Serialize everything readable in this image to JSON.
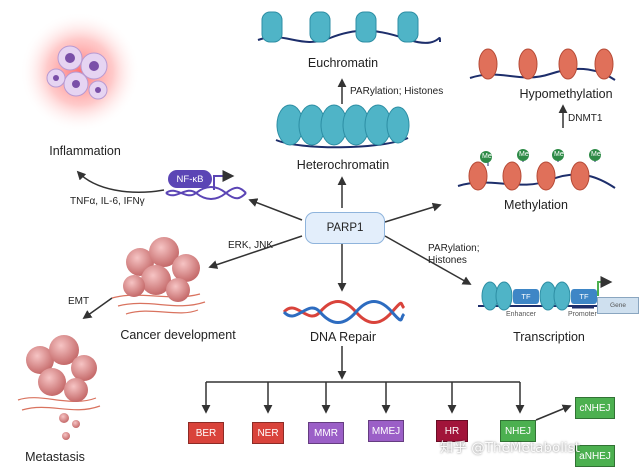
{
  "center_node": "PARP1",
  "nodes": {
    "euchromatin": "Euchromatin",
    "heterochromatin": "Heterochromatin",
    "hypomethylation": "Hypomethylation",
    "methylation": "Methylation",
    "inflammation": "Inflammation",
    "cancer_development": "Cancer  development",
    "metastasis": "Metastasis",
    "dna_repair": "DNA Repair",
    "transcription": "Transcription"
  },
  "edge_labels": {
    "parylation_histones_top": "PARylation; Histones",
    "dnmt1": "DNMT1",
    "cytokines": "TNFα, IL-6, IFNγ",
    "erk_jnk": "ERK, JNK",
    "emt": "EMT",
    "parylation_line1": "PARylation;",
    "parylation_line2": "Histones"
  },
  "nfkb_label": "NF-κB",
  "methyl_mark": "Me",
  "transcription_parts": {
    "tf": "TF",
    "enhancer": "Enhancer",
    "promoter": "Promoter",
    "gene": "Gene"
  },
  "repair_pathways": [
    {
      "label": "BER",
      "color": "#d9433b"
    },
    {
      "label": "NER",
      "color": "#d9433b"
    },
    {
      "label": "MMR",
      "color": "#9b5fc7"
    },
    {
      "label": "MMEJ",
      "color": "#9b5fc7"
    },
    {
      "label": "HR",
      "color": "#a1143a"
    },
    {
      "label": "NHEJ",
      "color": "#4cb050"
    }
  ],
  "nhej_subtypes": [
    {
      "label": "cNHEJ",
      "color": "#4cb050"
    },
    {
      "label": "aNHEJ",
      "color": "#4cb050"
    }
  ],
  "watermark": "知乎 @TheMetabolist",
  "colors": {
    "nucleosome": "#4fb4c7",
    "methyl_nucleosome": "#e0705a",
    "me_mark": "#2e8b47",
    "dna_line": "#1d2e6b",
    "arrow": "#333333",
    "parp1_fill": "#e3eefb"
  }
}
